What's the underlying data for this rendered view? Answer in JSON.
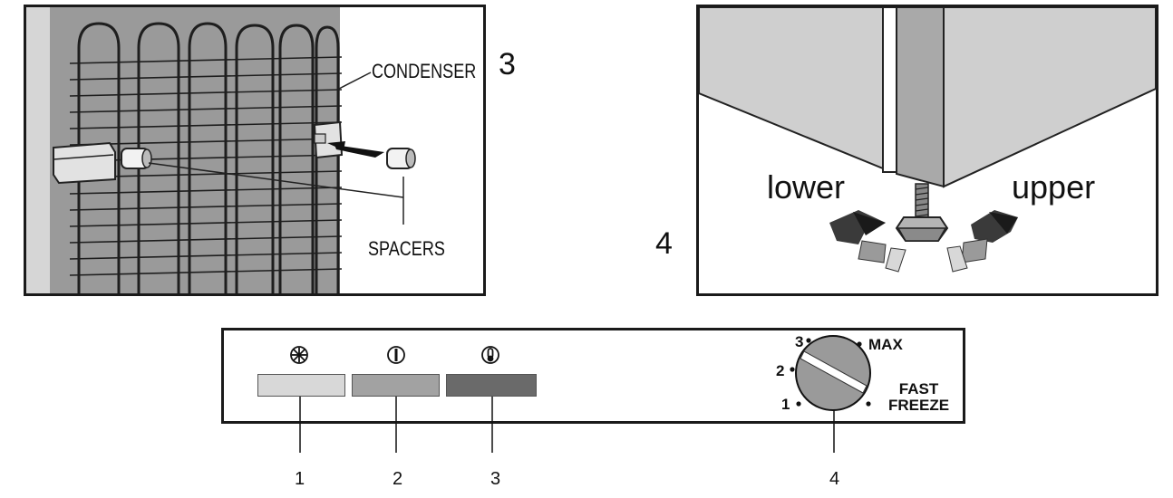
{
  "figure3": {
    "number": "3",
    "condenser_label": "CONDENSER",
    "spacers_label": "SPACERS"
  },
  "figure4": {
    "number": "4",
    "lower_label": "lower",
    "upper_label": "upper"
  },
  "control_panel": {
    "dial_marks": {
      "mark_1": "1",
      "mark_2": "2",
      "mark_3": "3",
      "max": "MAX",
      "fast_line1": "FAST",
      "fast_line2": "FREEZE"
    },
    "callouts": [
      "1",
      "2",
      "3",
      "4"
    ],
    "indicator_icons": [
      "snowflake-icon",
      "power-icon",
      "thermometer-icon"
    ],
    "indicator_colors": [
      "#d8d8d8",
      "#a2a2a2",
      "#6a6a6a"
    ]
  }
}
